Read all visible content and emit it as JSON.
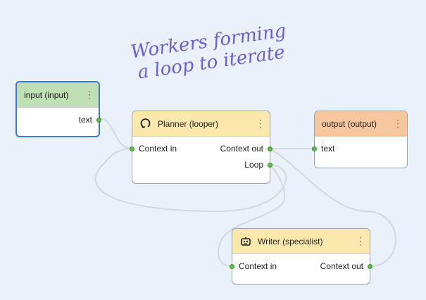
{
  "annotation": {
    "line1": "Workers forming",
    "line2": "a loop to iterate"
  },
  "colors": {
    "input_header": "#bfe0b4",
    "looper_header": "#fbe8ad",
    "output_header": "#f6c69e",
    "specialist_header": "#fbe8ad",
    "wire": "#d4d7dc",
    "port": "#5fbe49"
  },
  "nodes": {
    "input": {
      "title": "input (input)",
      "outputs": [
        "text"
      ]
    },
    "planner": {
      "title": "Planner (looper)",
      "icon": "loop-icon",
      "inputs": [
        "Context in"
      ],
      "outputs": [
        "Context out",
        "Loop"
      ]
    },
    "output": {
      "title": "output (output)",
      "inputs": [
        "text"
      ]
    },
    "writer": {
      "title": "Writer (specialist)",
      "icon": "robot-icon",
      "inputs": [
        "Context in"
      ],
      "outputs": [
        "Context out"
      ]
    }
  }
}
